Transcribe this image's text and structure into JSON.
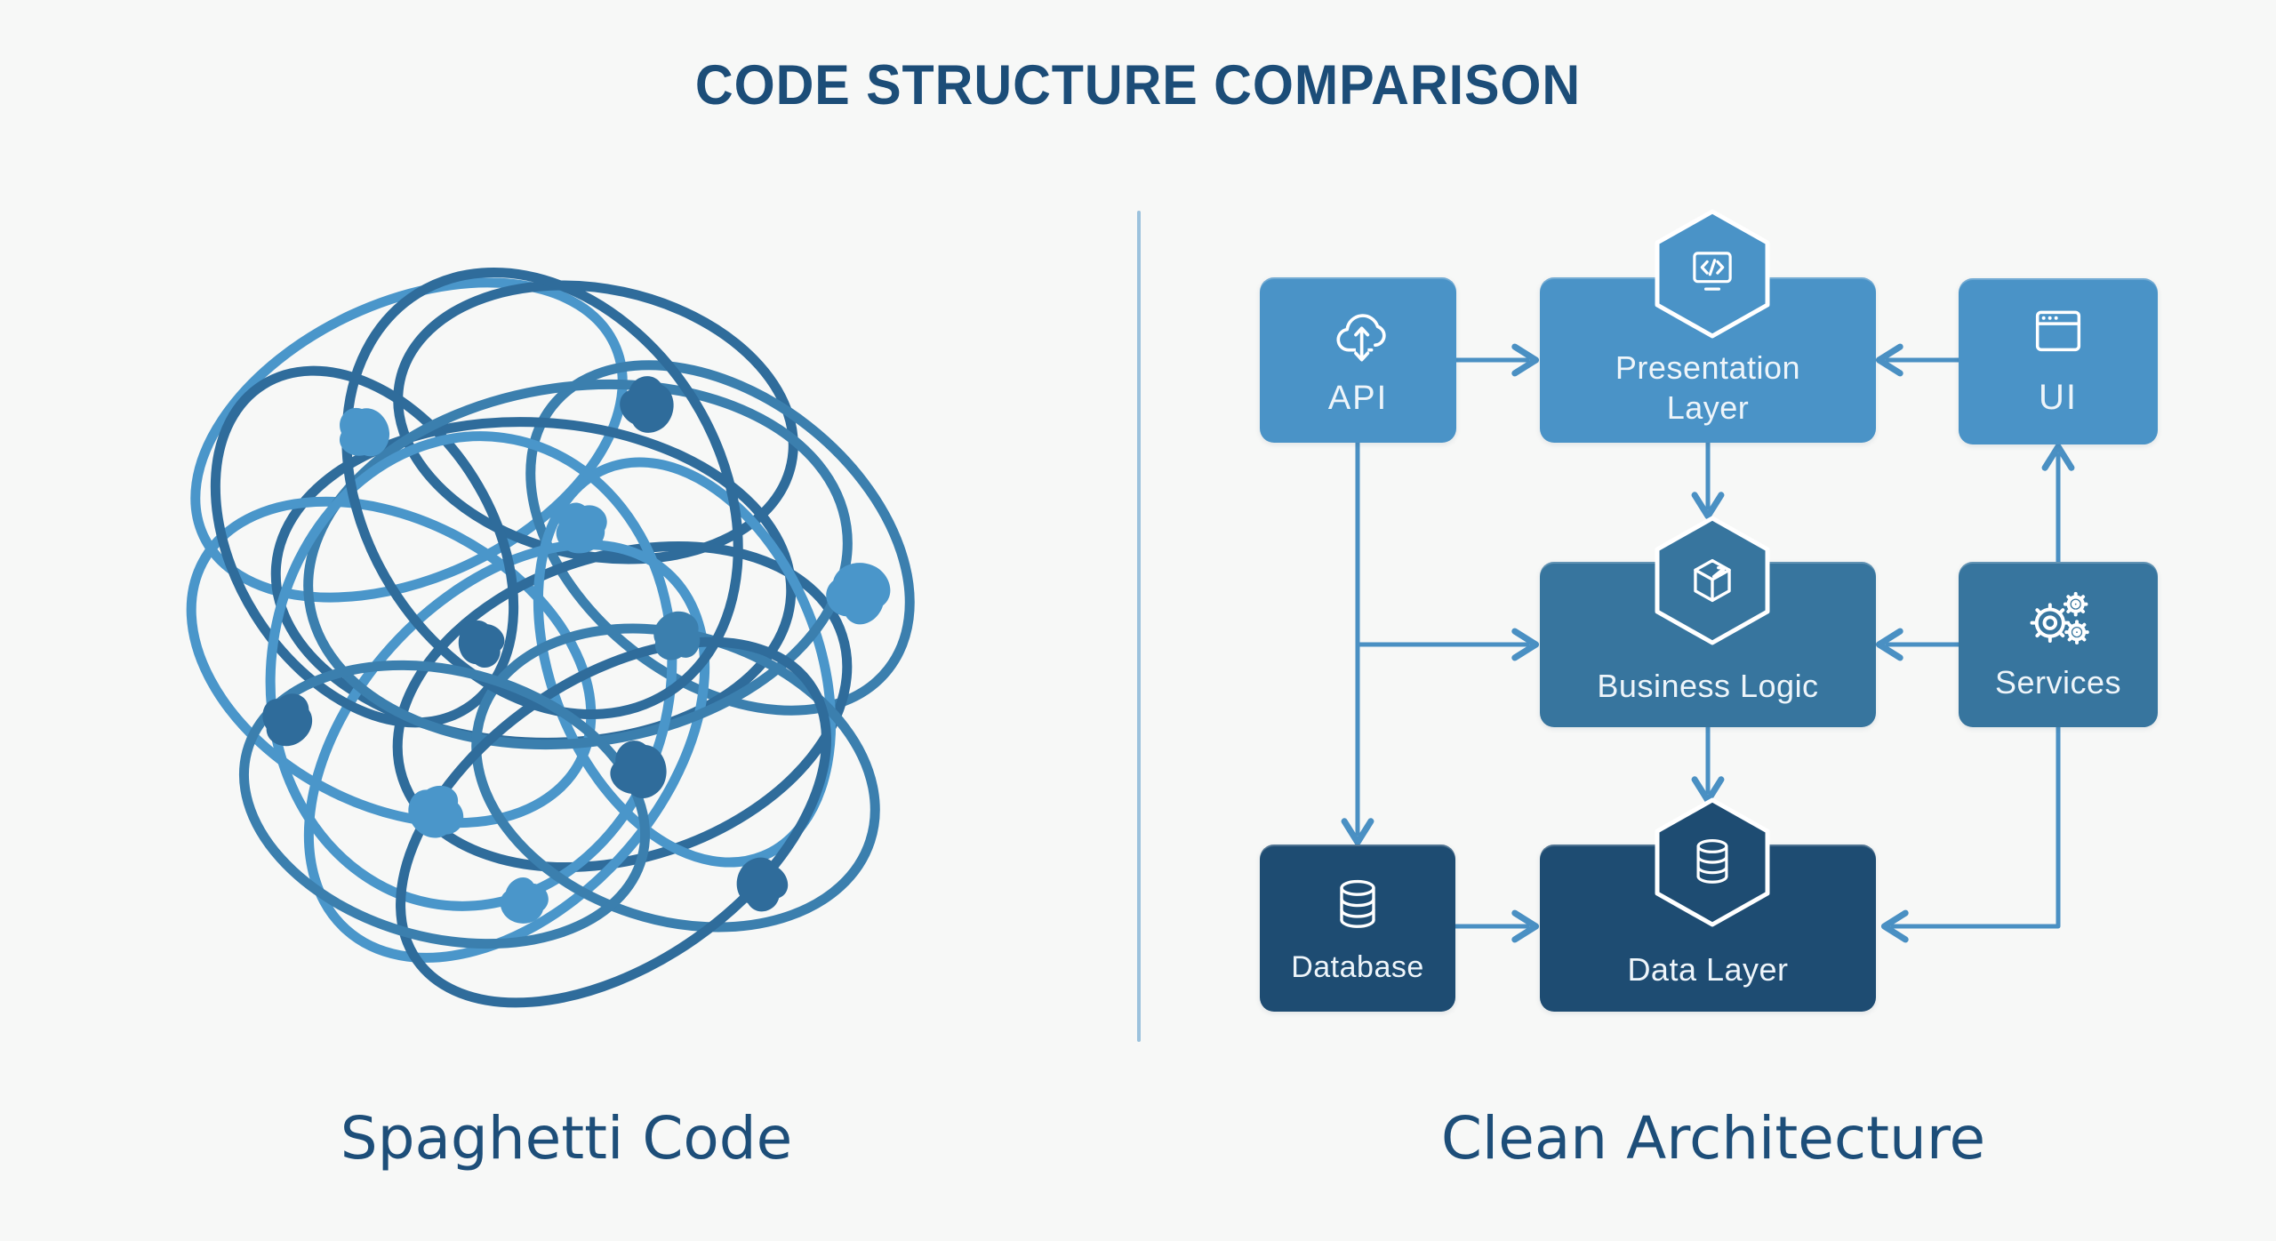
{
  "title": "CODE STRUCTURE COMPARISON",
  "panels": {
    "left": {
      "label": "Spaghetti Code"
    },
    "right": {
      "label": "Clean Architecture"
    }
  },
  "nodes": {
    "api": {
      "label": "API",
      "icon": "cloud-sync-icon",
      "tone": "light"
    },
    "presentation": {
      "label": "Presentation Layer",
      "icon": "code-monitor-icon",
      "tone": "light",
      "badge": "hexagon"
    },
    "ui": {
      "label": "UI",
      "icon": "browser-window-icon",
      "tone": "light"
    },
    "business_logic": {
      "label": "Business Logic",
      "icon": "package-cube-icon",
      "tone": "medium",
      "badge": "hexagon"
    },
    "services": {
      "label": "Services",
      "icon": "gears-icon",
      "tone": "medium"
    },
    "database": {
      "label": "Database",
      "icon": "database-cylinder-icon",
      "tone": "dark"
    },
    "data_layer": {
      "label": "Data Layer",
      "icon": "database-cylinder-icon",
      "tone": "dark",
      "badge": "hexagon"
    }
  },
  "edges": [
    {
      "from": "api",
      "to": "presentation"
    },
    {
      "from": "ui",
      "to": "presentation"
    },
    {
      "from": "presentation",
      "to": "business_logic"
    },
    {
      "from": "api",
      "to": "business_logic"
    },
    {
      "from": "api",
      "to": "database"
    },
    {
      "from": "services",
      "to": "business_logic"
    },
    {
      "from": "services",
      "to": "ui"
    },
    {
      "from": "business_logic",
      "to": "data_layer"
    },
    {
      "from": "database",
      "to": "data_layer"
    },
    {
      "from": "services",
      "to": "data_layer"
    }
  ],
  "colors": {
    "background": "#f7f8f7",
    "title_text": "#1c4d78",
    "label_text": "#1d4e79",
    "box_text": "#eef5fa",
    "node_light": "#4a93c7",
    "node_medium": "#37759e",
    "node_dark": "#1e4c72",
    "connector": "#4a90c3",
    "divider": "#9cc2dd",
    "tangle_light": "#4a96ca",
    "tangle_mid": "#3b7fae",
    "tangle_dark": "#2f6c9b"
  }
}
